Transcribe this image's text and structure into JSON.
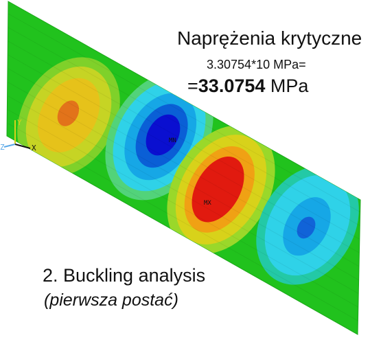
{
  "result_title": {
    "line1": "Naprężenia krytyczne",
    "line2": "3.30754*10 MPa=",
    "line3_prefix": "=",
    "line3_value": "33.0754",
    "line3_unit": " MPa"
  },
  "analysis_caption": {
    "line1": "2. Buckling analysis",
    "line2": "(pierwsza postać)"
  },
  "markers": {
    "min": "MN",
    "max": "MX"
  },
  "triad": {
    "x": "X",
    "y": "Y",
    "z": "Z"
  },
  "colors": {
    "plate_green": "#21c21d",
    "red": "#e11a0f",
    "orange": "#f07d12",
    "yellow": "#d8d21a",
    "yellow_green": "#9ad82a",
    "teal": "#23c9a6",
    "cyan": "#2fd2e8",
    "sky": "#16a7e6",
    "blue": "#0a5fd6",
    "dark_blue": "#0a0fd0"
  }
}
